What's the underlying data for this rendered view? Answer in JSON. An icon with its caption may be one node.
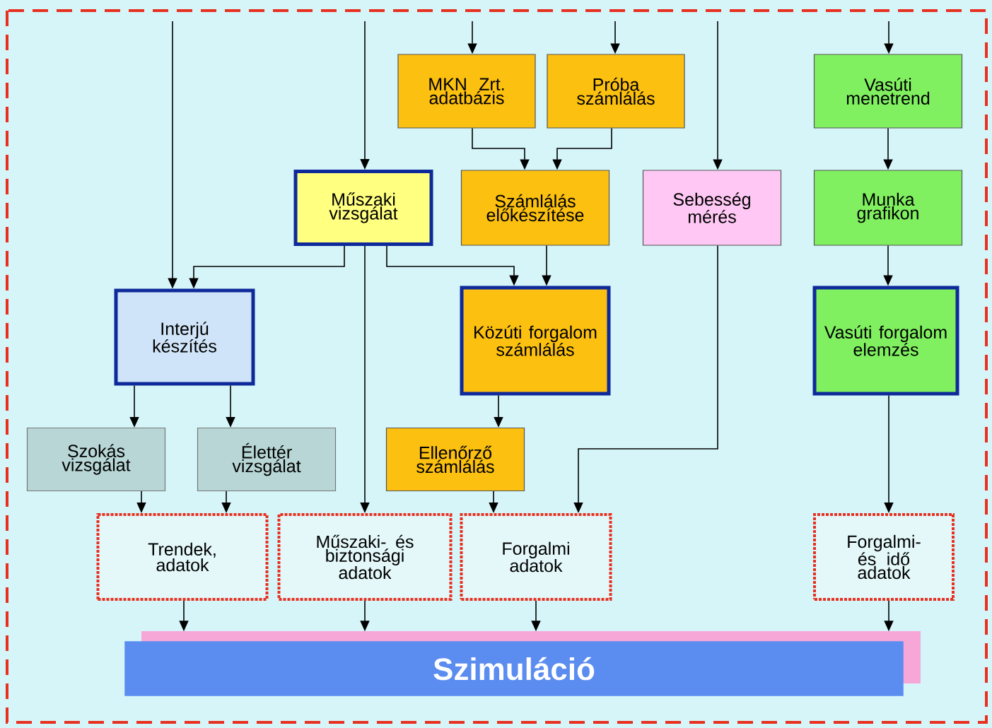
{
  "diagram": {
    "nodes": [
      {
        "text": [
          "MKN Zrt. adatbázis"
        ]
      },
      {
        "text": [
          "Próba számlálás"
        ]
      },
      {
        "text": [
          "Vasúti menetrend"
        ]
      },
      {
        "text": [
          "Műszaki vizsgálat"
        ]
      },
      {
        "text": [
          "Számlálás előkészítése"
        ]
      },
      {
        "text": [
          "Sebesség mérés"
        ]
      },
      {
        "text": [
          "Munka grafikon"
        ]
      },
      {
        "text": [
          "Interjú készítés"
        ]
      },
      {
        "text": [
          "Közúti forgalom számlálás"
        ]
      },
      {
        "text": [
          "Vasúti forgalom elemzés"
        ]
      },
      {
        "text": [
          "Szokás vizsgálat"
        ]
      },
      {
        "text": [
          "Élettér vizsgálat"
        ]
      },
      {
        "text": [
          "Ellenőrző számlálás"
        ]
      },
      {
        "text": [
          "Trendek, adatok"
        ]
      },
      {
        "text": [
          "Műszaki- és biztonsági adatok"
        ]
      },
      {
        "text": [
          "Forgalmi adatok"
        ]
      },
      {
        "text": [
          "Forgalmi- és idő adatok"
        ]
      },
      {
        "text": [
          "Szimuláció"
        ]
      }
    ],
    "edges": [
      {
        "from": null,
        "to": 7,
        "arrow": "to"
      },
      {
        "from": null,
        "to": 3,
        "arrow": "to"
      },
      {
        "from": null,
        "to": 0,
        "arrow": "to"
      },
      {
        "from": null,
        "to": 1,
        "arrow": "to"
      },
      {
        "from": null,
        "to": 5,
        "arrow": "to"
      },
      {
        "from": null,
        "to": 2,
        "arrow": "to"
      },
      {
        "from": 0,
        "to": 4,
        "arrow": "to"
      },
      {
        "from": 1,
        "to": 4,
        "arrow": "to"
      },
      {
        "from": 2,
        "to": 6,
        "arrow": "to"
      },
      {
        "from": 3,
        "to": 7,
        "arrow": "to"
      },
      {
        "from": 3,
        "to": 8,
        "arrow": "to"
      },
      {
        "from": 3,
        "to": 14,
        "arrow": "to"
      },
      {
        "from": 4,
        "to": 8,
        "arrow": "to"
      },
      {
        "from": 5,
        "to": 15,
        "arrow": "to"
      },
      {
        "from": 6,
        "to": 9,
        "arrow": "to"
      },
      {
        "from": 7,
        "to": 10,
        "arrow": "to"
      },
      {
        "from": 7,
        "to": 11,
        "arrow": "to"
      },
      {
        "from": 8,
        "to": 12,
        "arrow": "to"
      },
      {
        "from": 10,
        "to": 13,
        "arrow": "to"
      },
      {
        "from": 11,
        "to": 13,
        "arrow": "to"
      },
      {
        "from": 12,
        "to": 15,
        "arrow": "to"
      },
      {
        "from": 9,
        "to": 16,
        "arrow": "to"
      },
      {
        "from": 13,
        "to": 17,
        "arrow": "to"
      },
      {
        "from": 14,
        "to": 17,
        "arrow": "to"
      },
      {
        "from": 15,
        "to": 17,
        "arrow": "to"
      },
      {
        "from": 16,
        "to": 17,
        "arrow": "to"
      }
    ]
  }
}
